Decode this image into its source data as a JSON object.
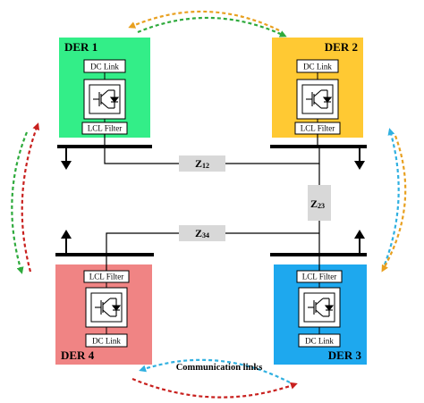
{
  "ders": [
    {
      "name": "DER 1",
      "color": "#33ee88",
      "dc_link": "DC Link",
      "filter": "LCL Filter"
    },
    {
      "name": "DER 2",
      "color": "#ffc933",
      "dc_link": "DC Link",
      "filter": "LCL Filter"
    },
    {
      "name": "DER 3",
      "color": "#1ea8ee",
      "dc_link": "DC Link",
      "filter": "LCL Filter"
    },
    {
      "name": "DER 4",
      "color": "#f08484",
      "dc_link": "DC Link",
      "filter": "LCL Filter"
    }
  ],
  "impedances": [
    {
      "label": "Z",
      "sub": "12"
    },
    {
      "label": "Z",
      "sub": "23"
    },
    {
      "label": "Z",
      "sub": "34"
    }
  ],
  "communication_label": "Communication links",
  "colors": {
    "comm_green": "#2eaa3c",
    "comm_orange": "#e8a020",
    "comm_red": "#c8201e",
    "comm_blue": "#30b0e0",
    "impedance_box": "#d8d8d8"
  }
}
